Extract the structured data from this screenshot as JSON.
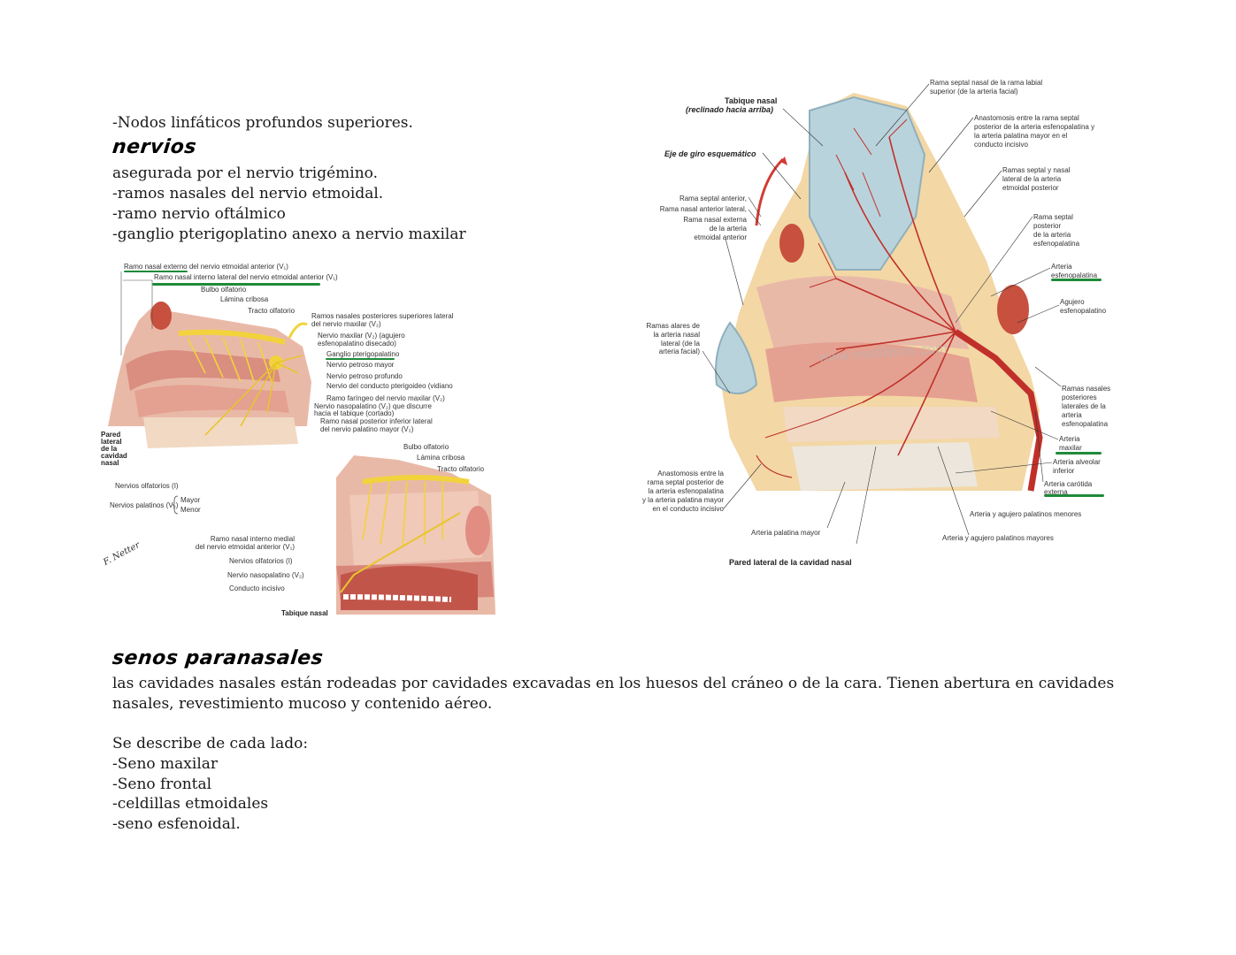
{
  "top_text": {
    "line1": "-Nodos linfáticos profundos superiores.",
    "heading_nervios": "nervios",
    "line2": "asegurada por el nervio trigémino.",
    "line3": "-ramos nasales del nervio etmoidal.",
    "line4": "-ramo nervio oftálmico",
    "line5": "-ganglio pterigoplatino anexo a nervio maxilar"
  },
  "figure_left": {
    "labels": {
      "ramo_externo": "Ramo nasal externo del nervio etmoidal anterior (V₁)",
      "ramo_interno": "Ramo nasal interno lateral del nervio etmoidal anterior (V₁)",
      "bulbo": "Bulbo olfatorio",
      "lamina": "Lámina cribosa",
      "tracto": "Tracto olfatorio",
      "ramos_post_1": "Ramos nasales posteriores superiores laterales",
      "ramos_post_2": "del nervio maxilar (V₂)",
      "maxilar_1": "Nervio maxilar (V₂) (agujero",
      "maxilar_2": "esfenopalatino disecado)",
      "ganglio": "Ganglio pterigopalatino",
      "petroso_mayor": "Nervio petroso mayor",
      "petroso_profundo": "Nervio petroso profundo",
      "vidiano": "Nervio del conducto pterigoideo (vidiano)",
      "faringeo": "Ramo faríngeo del nervio maxilar (V₂)",
      "nasopal_1": "Nervio nasopalatino (V₂) que discurre",
      "nasopal_2": "hacia el tabique (cortado)",
      "post_inf_1": "Ramo nasal posterior inferior lateral",
      "post_inf_2": "del nervio palatino mayor (V₂)",
      "pared_1": "Pared",
      "pared_2": "lateral",
      "pared_3": "de la",
      "pared_4": "cavidad",
      "pared_5": "nasal",
      "olfatorios": "Nervios olfatorios (I)",
      "palatinos": "Nervios palatinos (V₂)",
      "mayor": "Mayor",
      "menor": "Menor",
      "signature": "F. Netter"
    }
  },
  "figure_left2": {
    "labels": {
      "bulbo": "Bulbo olfatorio",
      "lamina": "Lámina cribosa",
      "tracto": "Tracto olfatorio",
      "medial_1": "Ramo nasal interno medial",
      "medial_2": "del nervio etmoidal anterior (V₁)",
      "olfatorios": "Nervios olfatorios (I)",
      "nasopalatino": "Nervio nasopalatino (V₂)",
      "incisivo": "Conducto incisivo",
      "tabique": "Tabique nasal"
    }
  },
  "figure_right": {
    "labels": {
      "tabique_1": "Tabique nasal",
      "tabique_2": "(reclinado hacia arriba)",
      "eje": "Eje de giro esquemático",
      "septal_labial_1": "Rama septal nasal de la rama labial",
      "septal_labial_2": "superior (de la arteria facial)",
      "anast_1": "Anastomosis entre la rama septal",
      "anast_2": "posterior de la arteria esfenopalatina y",
      "anast_3": "la arteria palatina mayor en el",
      "anast_4": "conducto incisivo",
      "ramas_sept_1": "Ramas septal y nasal",
      "ramas_sept_2": "lateral de la arteria",
      "ramas_sept_3": "etmoidal posterior",
      "septal_ant_1": "Rama septal anterior,",
      "septal_ant_2": "Rama nasal anterior lateral,",
      "septal_ant_3": "Rama nasal externa",
      "septal_ant_4": "de la arteria",
      "septal_ant_5": "etmoidal anterior",
      "septal_post_1": "Rama septal",
      "septal_post_2": "posterior",
      "septal_post_3": "de la arteria",
      "septal_post_4": "esfenopalatina",
      "esfeno_1": "Arteria",
      "esfeno_2": "esfenopalatina",
      "agujero_1": "Agujero",
      "agujero_2": "esfenopalatino",
      "alares_1": "Ramas alares de",
      "alares_2": "la arteria nasal",
      "alares_3": "lateral (de la",
      "alares_4": "arteria facial)",
      "ramas_post_1": "Ramas nasales",
      "ramas_post_2": "posteriores",
      "ramas_post_3": "laterales de la",
      "ramas_post_4": "arteria",
      "ramas_post_5": "esfenopalatina",
      "maxilar_1": "Arteria",
      "maxilar_2": "maxilar",
      "alveolar_1": "Arteria alveolar",
      "alveolar_2": "inferior",
      "carotida_1": "Arteria carótida",
      "carotida_2": "externa",
      "anast_inc_1": "Anastomosis entre la",
      "anast_inc_2": "rama septal posterior de",
      "anast_inc_3": "la arteria esfenopalatina",
      "anast_inc_4": "y la arteria palatina mayor",
      "anast_inc_5": "en el conducto incisivo",
      "palatina_mayor": "Arteria palatina mayor",
      "palatinos_menores": "Arteria y agujero palatinos menores",
      "palatinos_mayores": "Arteria y agujero palatinos mayores",
      "pared": "Pared lateral de la cavidad nasal",
      "watermark": "www.medilibros.com"
    }
  },
  "bottom_text": {
    "heading_senos": "senos paranasales",
    "para1": "las cavidades nasales están rodeadas por cavidades excavadas en los huesos del cráneo o de la cara. Tienen abertura en cavidades",
    "para2": "nasales, revestimiento mucoso y contenido aéreo.",
    "para3": "Se describe de cada lado:",
    "item1": "-Seno maxilar",
    "item2": "-Seno frontal",
    "item3": "-celdillas etmoidales",
    "item4": "-seno esfenoidal."
  },
  "colors": {
    "highlight_green": "#1f8a3a",
    "nerve_yellow": "#f2d33c",
    "artery_red": "#c0302a",
    "mucosa_pink": "#e7a79a",
    "septum_blue": "#b9d3dc"
  }
}
